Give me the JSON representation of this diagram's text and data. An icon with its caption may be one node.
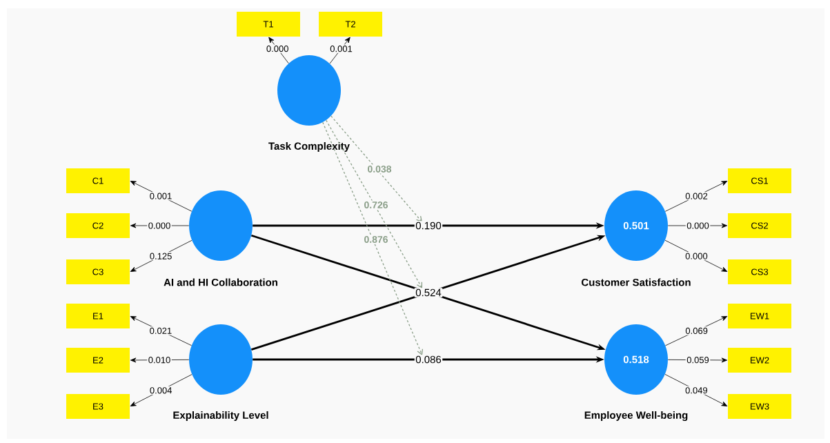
{
  "diagram": {
    "nodes": [
      {
        "text": [
          "T1"
        ]
      },
      {
        "text": [
          "T2"
        ]
      },
      {
        "text": [
          "Task Complexity"
        ]
      },
      {
        "text": [
          "C1"
        ]
      },
      {
        "text": [
          "C2"
        ]
      },
      {
        "text": [
          "C3"
        ]
      },
      {
        "text": [
          "AI and HI Collaboration"
        ]
      },
      {
        "text": [
          "0.501",
          "Customer Satisfaction"
        ]
      },
      {
        "text": [
          "CS1"
        ]
      },
      {
        "text": [
          "CS2"
        ]
      },
      {
        "text": [
          "CS3"
        ]
      },
      {
        "text": [
          "E1"
        ]
      },
      {
        "text": [
          "E2"
        ]
      },
      {
        "text": [
          "E3"
        ]
      },
      {
        "text": [
          "Explainability Level"
        ]
      },
      {
        "text": [
          "0.518",
          "Employee Well-being"
        ]
      },
      {
        "text": [
          "EW1"
        ]
      },
      {
        "text": [
          "EW2"
        ]
      },
      {
        "text": [
          "EW3"
        ]
      }
    ],
    "edges": [
      {
        "from": 2,
        "to": 0,
        "arrow": "to",
        "label": "0.000"
      },
      {
        "from": 2,
        "to": 1,
        "arrow": "to",
        "label": "0.001"
      },
      {
        "from": 6,
        "to": 3,
        "arrow": "to",
        "label": "0.001"
      },
      {
        "from": 6,
        "to": 4,
        "arrow": "to",
        "label": "0.000"
      },
      {
        "from": 6,
        "to": 5,
        "arrow": "to",
        "label": "0.125"
      },
      {
        "from": 7,
        "to": 8,
        "arrow": "to",
        "label": "0.002"
      },
      {
        "from": 7,
        "to": 9,
        "arrow": "to",
        "label": "0.000"
      },
      {
        "from": 7,
        "to": 10,
        "arrow": "to",
        "label": "0.000"
      },
      {
        "from": 14,
        "to": 11,
        "arrow": "to",
        "label": "0.021"
      },
      {
        "from": 14,
        "to": 12,
        "arrow": "to",
        "label": "0.010"
      },
      {
        "from": 14,
        "to": 13,
        "arrow": "to",
        "label": "0.004"
      },
      {
        "from": 15,
        "to": 16,
        "arrow": "to",
        "label": "0.069"
      },
      {
        "from": 15,
        "to": 17,
        "arrow": "to",
        "label": "0.059"
      },
      {
        "from": 15,
        "to": 18,
        "arrow": "to",
        "label": "0.049"
      },
      {
        "from": 6,
        "to": 7,
        "arrow": "to",
        "label": "0.190",
        "style": "thick"
      },
      {
        "from": 6,
        "to": 15,
        "arrow": "to",
        "label": "0.524",
        "style": "thick"
      },
      {
        "from": 14,
        "to": 7,
        "arrow": "to",
        "style": "thick"
      },
      {
        "from": 14,
        "to": 15,
        "arrow": "to",
        "label": "0.086",
        "style": "thick"
      },
      {
        "from": 2,
        "to": null,
        "arrow": "to",
        "label": "0.038",
        "style": "dashed",
        "color": "#8a9e88"
      },
      {
        "from": 2,
        "to": null,
        "arrow": "to",
        "label": "0.726",
        "style": "dashed",
        "color": "#8a9e88"
      },
      {
        "from": 2,
        "to": null,
        "arrow": "to",
        "label": "0.876",
        "style": "dashed",
        "color": "#8a9e88"
      }
    ]
  }
}
